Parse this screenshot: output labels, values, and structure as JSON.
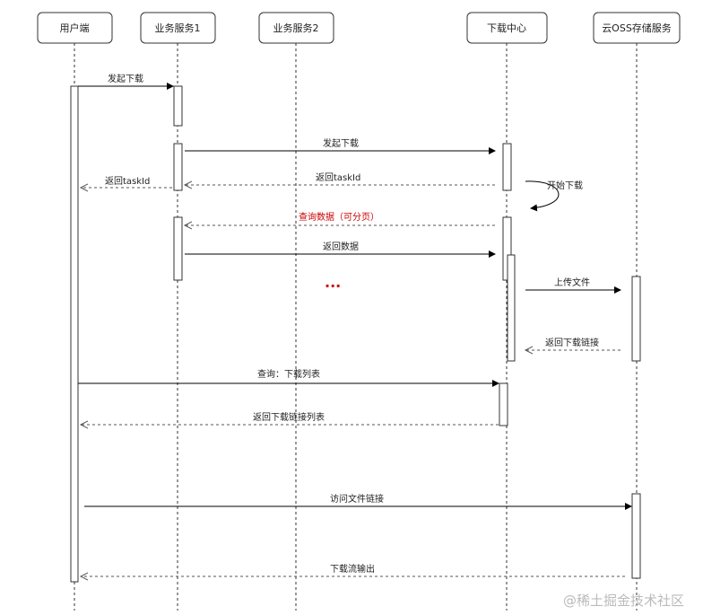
{
  "participants": {
    "user": "用户端",
    "svc1": "业务服务1",
    "svc2": "业务服务2",
    "download": "下载中心",
    "oss": "云OSS存储服务"
  },
  "messages": {
    "m1": "发起下载",
    "m2": "发起下载",
    "m3": "返回taskId",
    "m4": "返回taskId",
    "m5": "开始下载",
    "m6": "查询数据（可分页）",
    "m7": "返回数据",
    "m8": "上传文件",
    "m9": "返回下载链接",
    "m10": "查询：下载列表",
    "m11": "返回下载链接列表",
    "m12": "访问文件链接",
    "m13": "下载流输出"
  },
  "ellipsis": "...",
  "watermark": "@稀土掘金技术社区",
  "colors": {
    "highlight": "#cc0000",
    "line": "#333333"
  }
}
